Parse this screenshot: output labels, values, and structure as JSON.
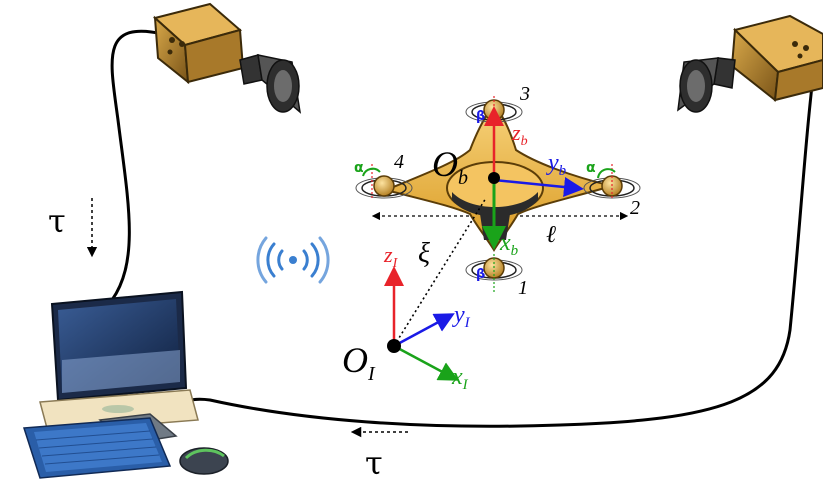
{
  "labels": {
    "tau_top": "τ",
    "tau_bottom": "τ",
    "origin_body": "O",
    "origin_body_sub": "b",
    "origin_inertial": "O",
    "origin_inertial_sub": "I",
    "body_z": "z",
    "body_z_sub": "b",
    "body_y": "y",
    "body_y_sub": "b",
    "body_x": "x",
    "body_x_sub": "b",
    "inertial_z": "z",
    "inertial_z_sub": "I",
    "inertial_y": "y",
    "inertial_y_sub": "I",
    "inertial_x": "x",
    "inertial_x_sub": "I",
    "position_vector": "ξ",
    "arm_length": "ℓ",
    "rotor_1": "1",
    "rotor_2": "2",
    "rotor_3": "3",
    "rotor_4": "4",
    "tilt_alpha_left": "α",
    "tilt_alpha_right": "α",
    "tilt_beta_top": "β",
    "tilt_beta_bottom": "β"
  },
  "colors": {
    "z_axis": "#e8232a",
    "y_axis": "#1a1ae6",
    "x_axis": "#1aa31a",
    "alpha": "#1aa31a",
    "beta": "#1a1ae6",
    "drone_body": "#f0b640",
    "camera_body": "#b8892e",
    "monitor_screen": "#1f3a66",
    "wireless": "#3a7fd0"
  },
  "icons": [
    "camera-icon",
    "computer-icon",
    "wireless-signal-icon",
    "quadrotor-icon"
  ]
}
